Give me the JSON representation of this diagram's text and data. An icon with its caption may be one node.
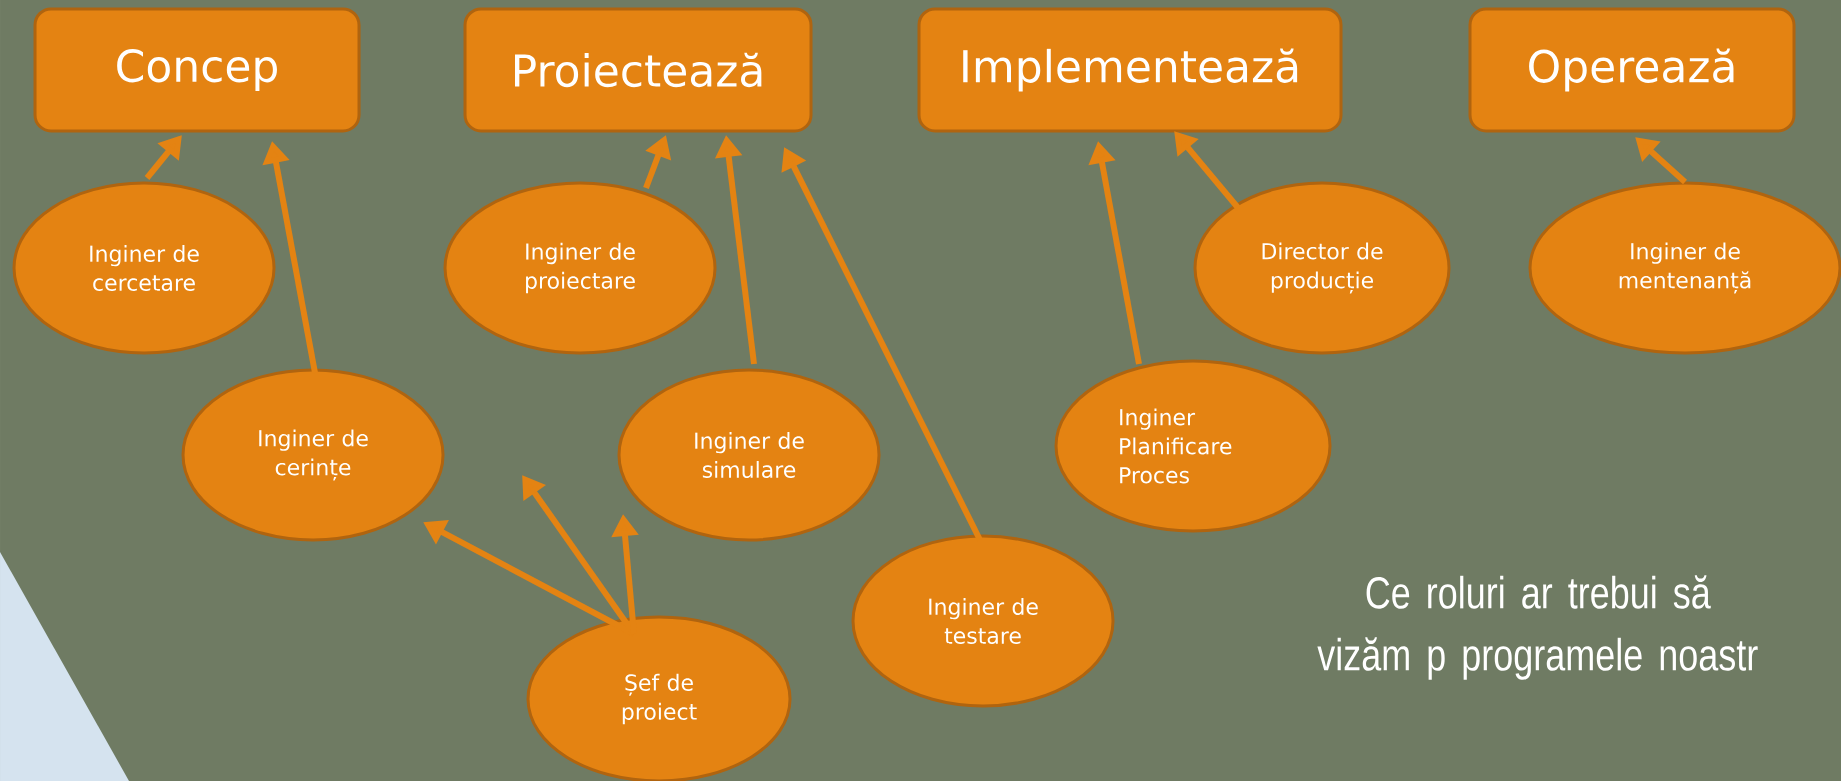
{
  "diagram": {
    "nodes": [
      {
        "text": [
          "Concep"
        ]
      },
      {
        "text": [
          "Proiectează"
        ]
      },
      {
        "text": [
          "Implementează"
        ]
      },
      {
        "text": [
          "Operează"
        ]
      },
      {
        "text": [
          "Inginer de cercetare"
        ]
      },
      {
        "text": [
          "Inginer de cerințe"
        ]
      },
      {
        "text": [
          "Inginer de proiectare"
        ]
      },
      {
        "text": [
          "Inginer de simulare"
        ]
      },
      {
        "text": [
          "Șef de proiect"
        ]
      },
      {
        "text": [
          "Inginer de testare"
        ]
      },
      {
        "text": [
          "Inginer Planificare Proces"
        ]
      },
      {
        "text": [
          "Director de producție"
        ]
      },
      {
        "text": [
          "Inginer de mentenanță"
        ]
      }
    ],
    "edges": [
      {
        "from": 4,
        "to": 0,
        "arrow": "to"
      },
      {
        "from": 5,
        "to": 0,
        "arrow": "to"
      },
      {
        "from": 6,
        "to": 1,
        "arrow": "to"
      },
      {
        "from": 7,
        "to": 1,
        "arrow": "to"
      },
      {
        "from": 9,
        "to": 1,
        "arrow": "to"
      },
      {
        "from": 10,
        "to": 2,
        "arrow": "to"
      },
      {
        "from": 11,
        "to": 2,
        "arrow": "to"
      },
      {
        "from": 12,
        "to": 3,
        "arrow": "to"
      },
      {
        "from": 8,
        "to": 5,
        "arrow": "to"
      },
      {
        "from": 8,
        "to": null,
        "arrow": "to"
      },
      {
        "from": 8,
        "to": 7,
        "arrow": "to"
      }
    ],
    "labels": [
      "Ce roluri ar trebui să vizăm p programele noastr"
    ]
  }
}
